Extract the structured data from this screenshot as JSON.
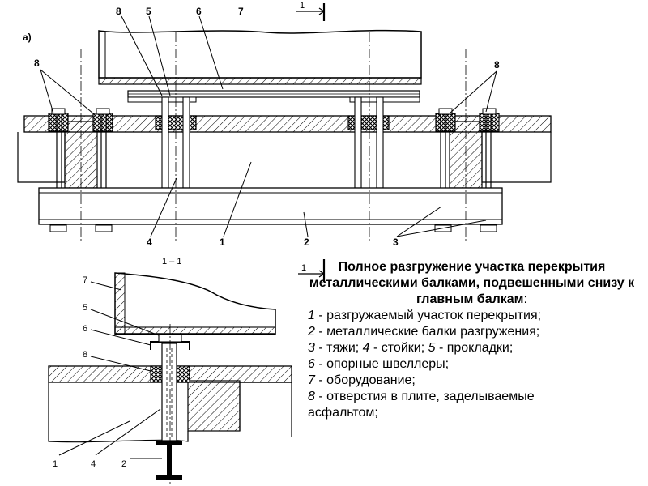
{
  "diagram": {
    "view_a_label": "а)",
    "section_mark": "1",
    "section_title": "1 – 1",
    "labels": {
      "n1": "1",
      "n2": "2",
      "n3": "3",
      "n4": "4",
      "n5": "5",
      "n6": "6",
      "n7": "7",
      "n8": "8"
    }
  },
  "caption": {
    "title": "Полное разгружение участка перекрытия металлическими балками, подвешенными снизу к главным балкам",
    "title_colon": ":",
    "items": [
      {
        "num": "1",
        "text": " - разгружаемый участок перекрытия;"
      },
      {
        "num": "2",
        "text": " - металлические балки разгружения;"
      },
      {
        "num": "3",
        "text": " - тяжи; ",
        "num2": "4",
        "text2": " - стойки; ",
        "num3": "5",
        "text3": " - прокладки;"
      },
      {
        "num": "6",
        "text": " - опорные швеллеры;"
      },
      {
        "num": "7",
        "text": " - оборудование;"
      },
      {
        "num": "8",
        "text": " - отверстия в плите, заделываемые асфальтом;"
      }
    ]
  }
}
